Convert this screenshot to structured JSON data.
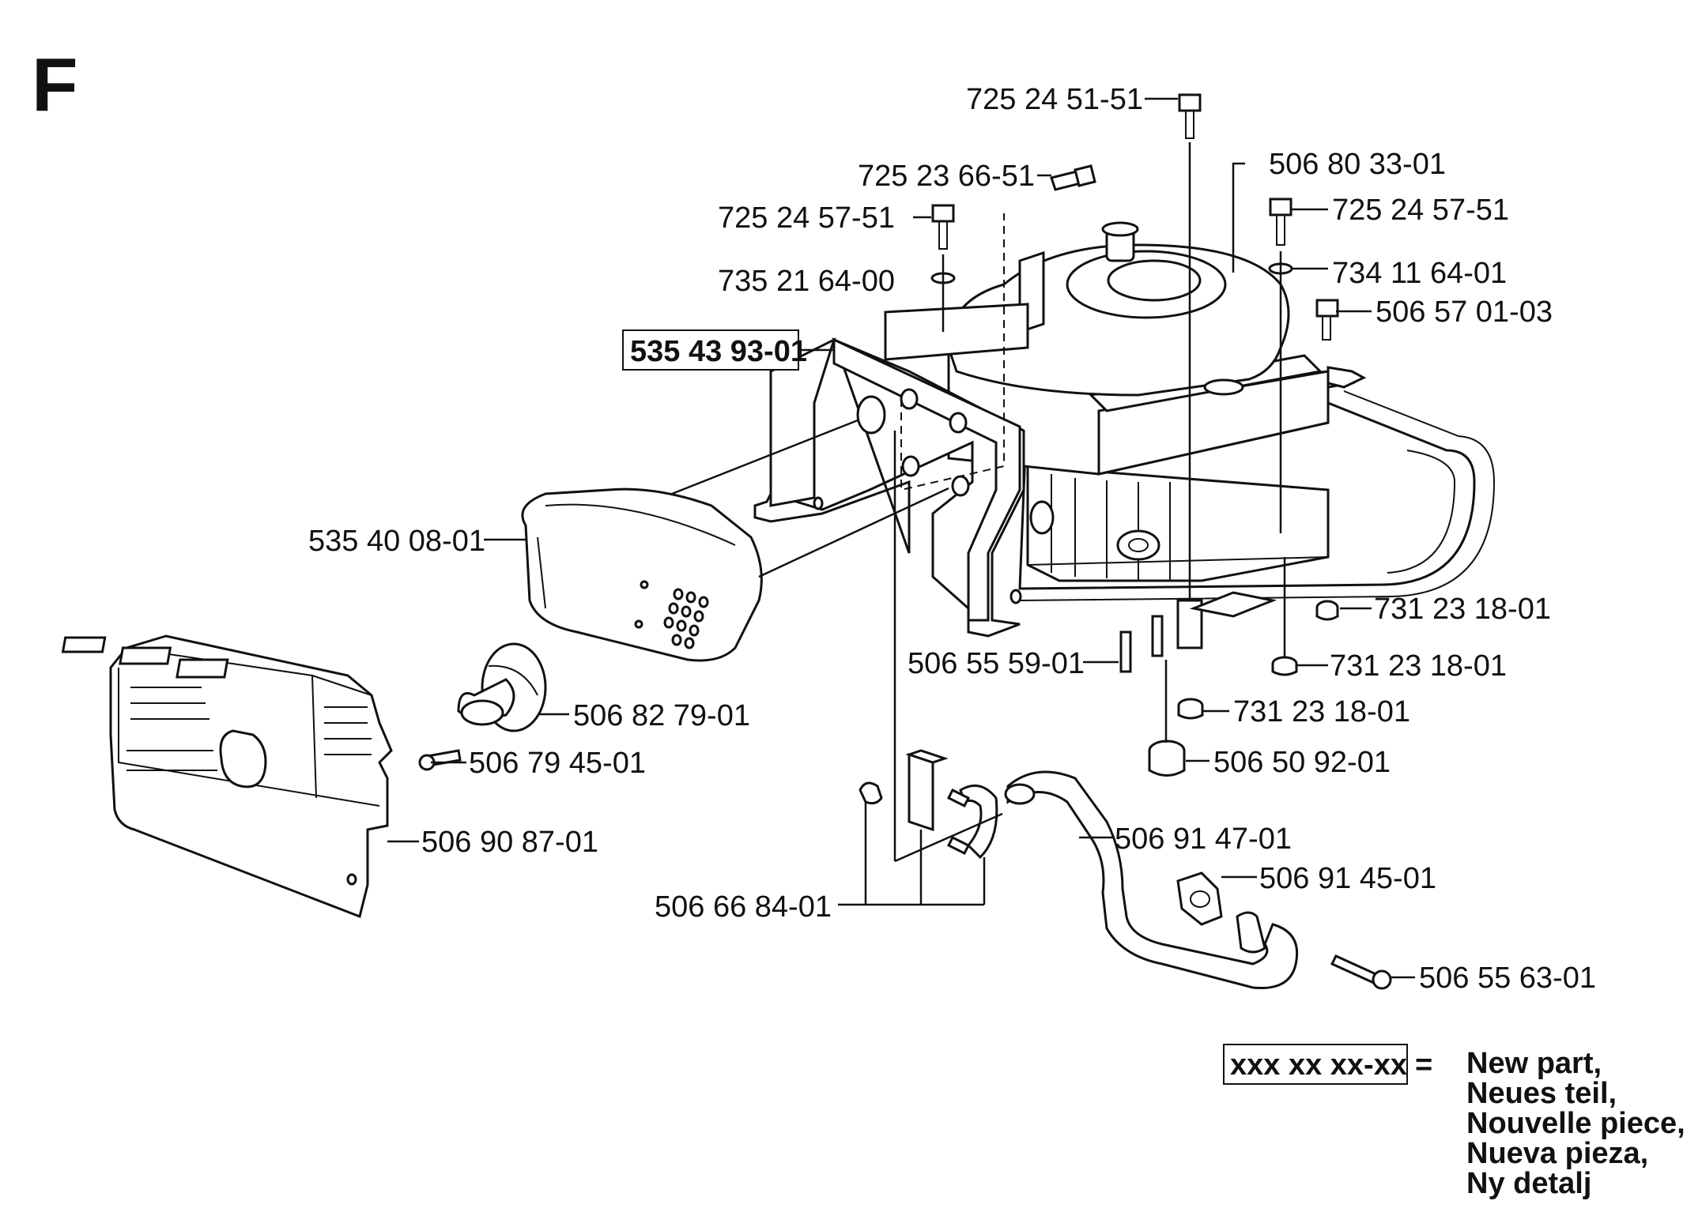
{
  "section_letter": "F",
  "parts": [
    {
      "id": "p1",
      "number": "725 24 51-51",
      "highlight": false
    },
    {
      "id": "p2",
      "number": "725 23 66-51",
      "highlight": false
    },
    {
      "id": "p3",
      "number": "506 80 33-01",
      "highlight": false
    },
    {
      "id": "p4",
      "number": "725 24 57-51",
      "highlight": false
    },
    {
      "id": "p5",
      "number": "725 24 57-51",
      "highlight": false
    },
    {
      "id": "p6",
      "number": "735 21 64-00",
      "highlight": false
    },
    {
      "id": "p7",
      "number": "734 11 64-01",
      "highlight": false
    },
    {
      "id": "p8",
      "number": "506 57 01-03",
      "highlight": false
    },
    {
      "id": "p9",
      "number": "535 43 93-01",
      "highlight": true
    },
    {
      "id": "p10",
      "number": "535 40 08-01",
      "highlight": false
    },
    {
      "id": "p11",
      "number": "731 23 18-01",
      "highlight": false
    },
    {
      "id": "p12",
      "number": "506 55 59-01",
      "highlight": false
    },
    {
      "id": "p13",
      "number": "731 23 18-01",
      "highlight": false
    },
    {
      "id": "p14",
      "number": "731 23 18-01",
      "highlight": false
    },
    {
      "id": "p15",
      "number": "506 82 79-01",
      "highlight": false
    },
    {
      "id": "p16",
      "number": "506 79 45-01",
      "highlight": false
    },
    {
      "id": "p17",
      "number": "506 50 92-01",
      "highlight": false
    },
    {
      "id": "p18",
      "number": "506 91 47-01",
      "highlight": false
    },
    {
      "id": "p19",
      "number": "506 90 87-01",
      "highlight": false
    },
    {
      "id": "p20",
      "number": "506 91 45-01",
      "highlight": false
    },
    {
      "id": "p21",
      "number": "506 66 84-01",
      "highlight": false
    },
    {
      "id": "p22",
      "number": "506 55 63-01",
      "highlight": false
    }
  ],
  "legend": {
    "placeholder": "xxx xx xx-xx",
    "equals": "=",
    "lines": [
      "New part,",
      "Neues teil,",
      "Nouvelle piece,",
      "Nueva pieza,",
      "Ny detalj"
    ]
  }
}
